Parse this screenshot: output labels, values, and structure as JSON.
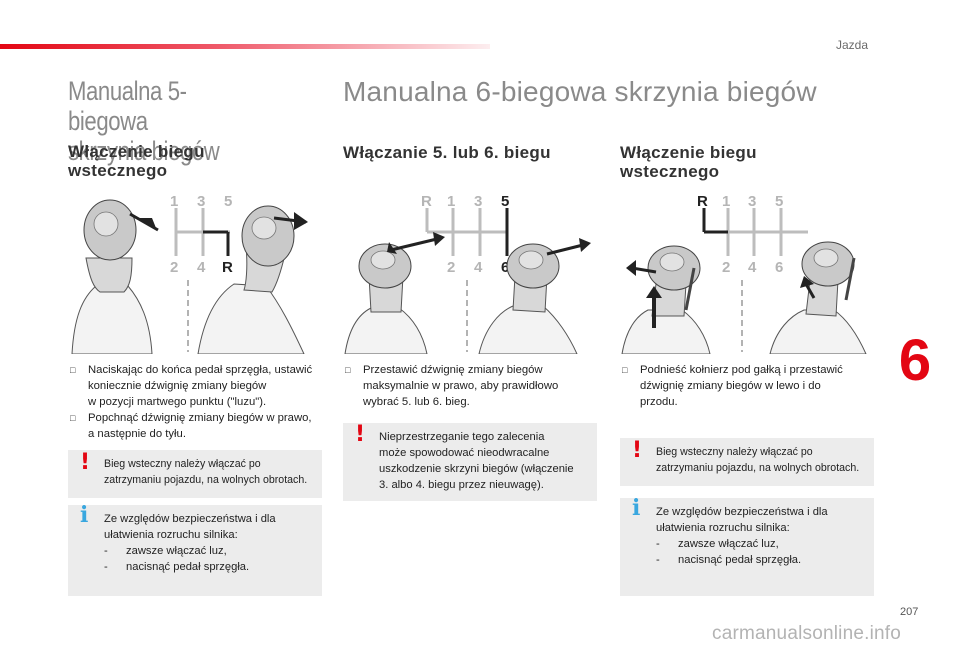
{
  "header": {
    "section_label": "Jazda",
    "page_number": "207",
    "chapter_number": "6",
    "accent_color": "#e30613"
  },
  "left": {
    "title_line1": "Manualna 5-biegowa",
    "title_line2": "skrzynia biegów",
    "subtitle_line1": "Włączenie biegu",
    "subtitle_line2": "wstecznego",
    "diagram": {
      "top": [
        "1",
        "3",
        "5"
      ],
      "bottom": [
        "2",
        "4",
        "R"
      ]
    },
    "bullets": [
      [
        "Naciskając do końca pedał sprzęgła, ustawić",
        "koniecznie dźwignię zmiany biegów",
        "w pozycji martwego punktu (\"luzu\")."
      ],
      [
        "Popchnąć dźwignię zmiany biegów w prawo,",
        "a następnie do tyłu."
      ]
    ],
    "warning": [
      "Bieg wsteczny należy włączać po",
      "zatrzymaniu pojazdu, na wolnych obrotach."
    ],
    "info": {
      "lines": [
        "Ze względów bezpieczeństwa i dla",
        "ułatwienia rozruchu silnika:"
      ],
      "items": [
        "zawsze włączać luz,",
        "nacisnąć pedał sprzęgła."
      ]
    }
  },
  "main_title": "Manualna 6-biegowa skrzynia biegów",
  "middle": {
    "subtitle": "Włączanie 5. lub 6. biegu",
    "diagram": {
      "top": [
        "R",
        "1",
        "3",
        "5"
      ],
      "bottom": [
        "2",
        "4",
        "6"
      ]
    },
    "bullets": [
      [
        "Przestawić dźwignię zmiany biegów",
        "maksymalnie w prawo, aby prawidłowo",
        "wybrać 5. lub 6. bieg."
      ]
    ],
    "warning": [
      "Nieprzestrzeganie tego zalecenia",
      "może spowodować nieodwracalne",
      "uszkodzenie skrzyni biegów (włączenie",
      "3. albo 4. biegu przez nieuwagę)."
    ]
  },
  "right": {
    "subtitle_line1": "Włączenie biegu",
    "subtitle_line2": "wstecznego",
    "diagram": {
      "top": [
        "R",
        "1",
        "3",
        "5"
      ],
      "bottom": [
        "2",
        "4",
        "6"
      ]
    },
    "bullets": [
      [
        "Podnieść kołnierz pod gałką i przestawić",
        "dźwignię zmiany biegów w lewo i do",
        "przodu."
      ]
    ],
    "warning": [
      "Bieg wsteczny należy włączać po",
      "zatrzymaniu pojazdu, na wolnych obrotach."
    ],
    "info": {
      "lines": [
        "Ze względów bezpieczeństwa i dla",
        "ułatwienia rozruchu silnika:"
      ],
      "items": [
        "zawsze włączać luz,",
        "nacisnąć pedał sprzęgła."
      ]
    }
  },
  "watermark": "carmanualsonline.info",
  "icons": {
    "bullet": "square-bullet-icon",
    "warning": "exclamation-warning-icon",
    "info": "info-icon"
  }
}
